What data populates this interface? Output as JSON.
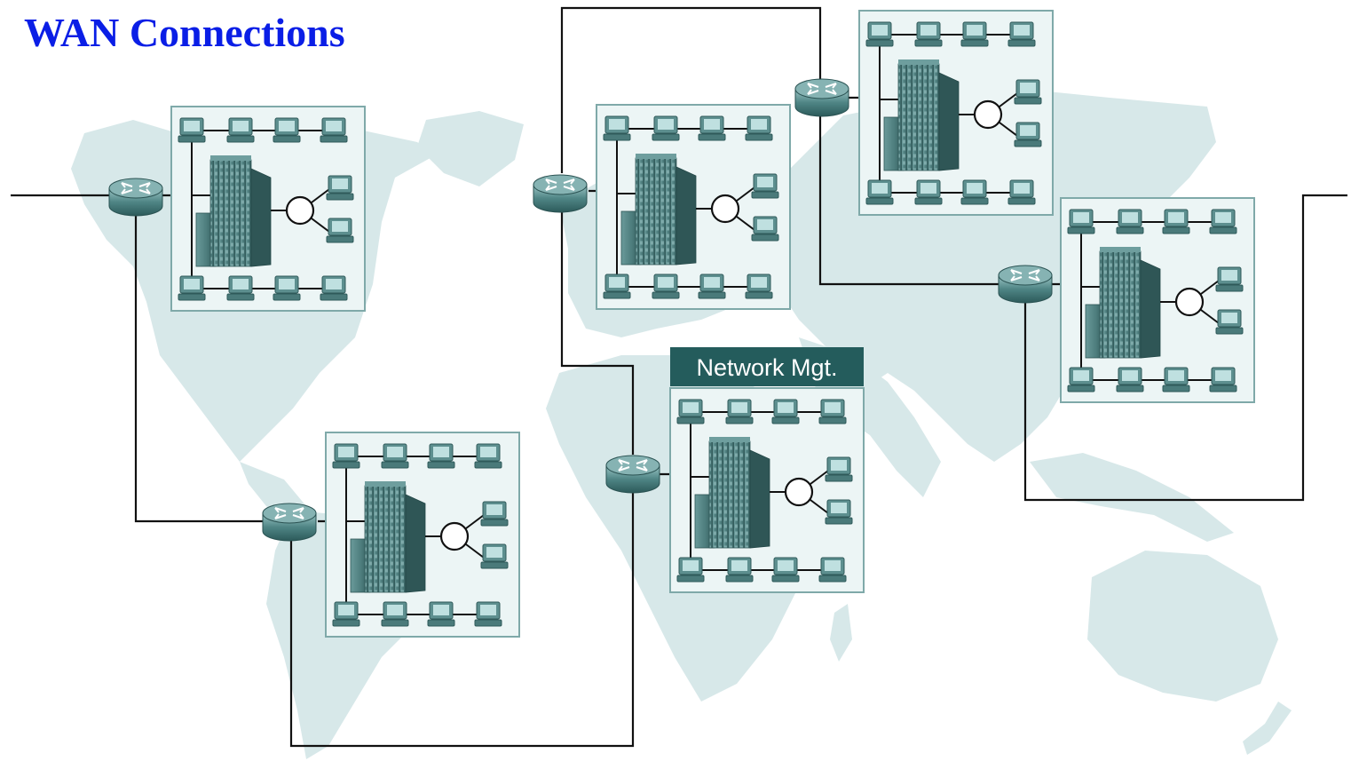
{
  "title": "WAN Connections",
  "network_mgt_label": "Network Mgt.",
  "colors": {
    "title": "#0a1ee6",
    "map_land": "#d7e8e9",
    "site_box_fill": "#ecf5f5",
    "site_box_border": "#7fa9a9",
    "router": "#4f8585",
    "label_bar": "#245c5c",
    "wire": "#111111"
  },
  "icons": [
    "router-icon",
    "building-icon",
    "computer-icon",
    "ring-hub-icon",
    "world-map"
  ]
}
